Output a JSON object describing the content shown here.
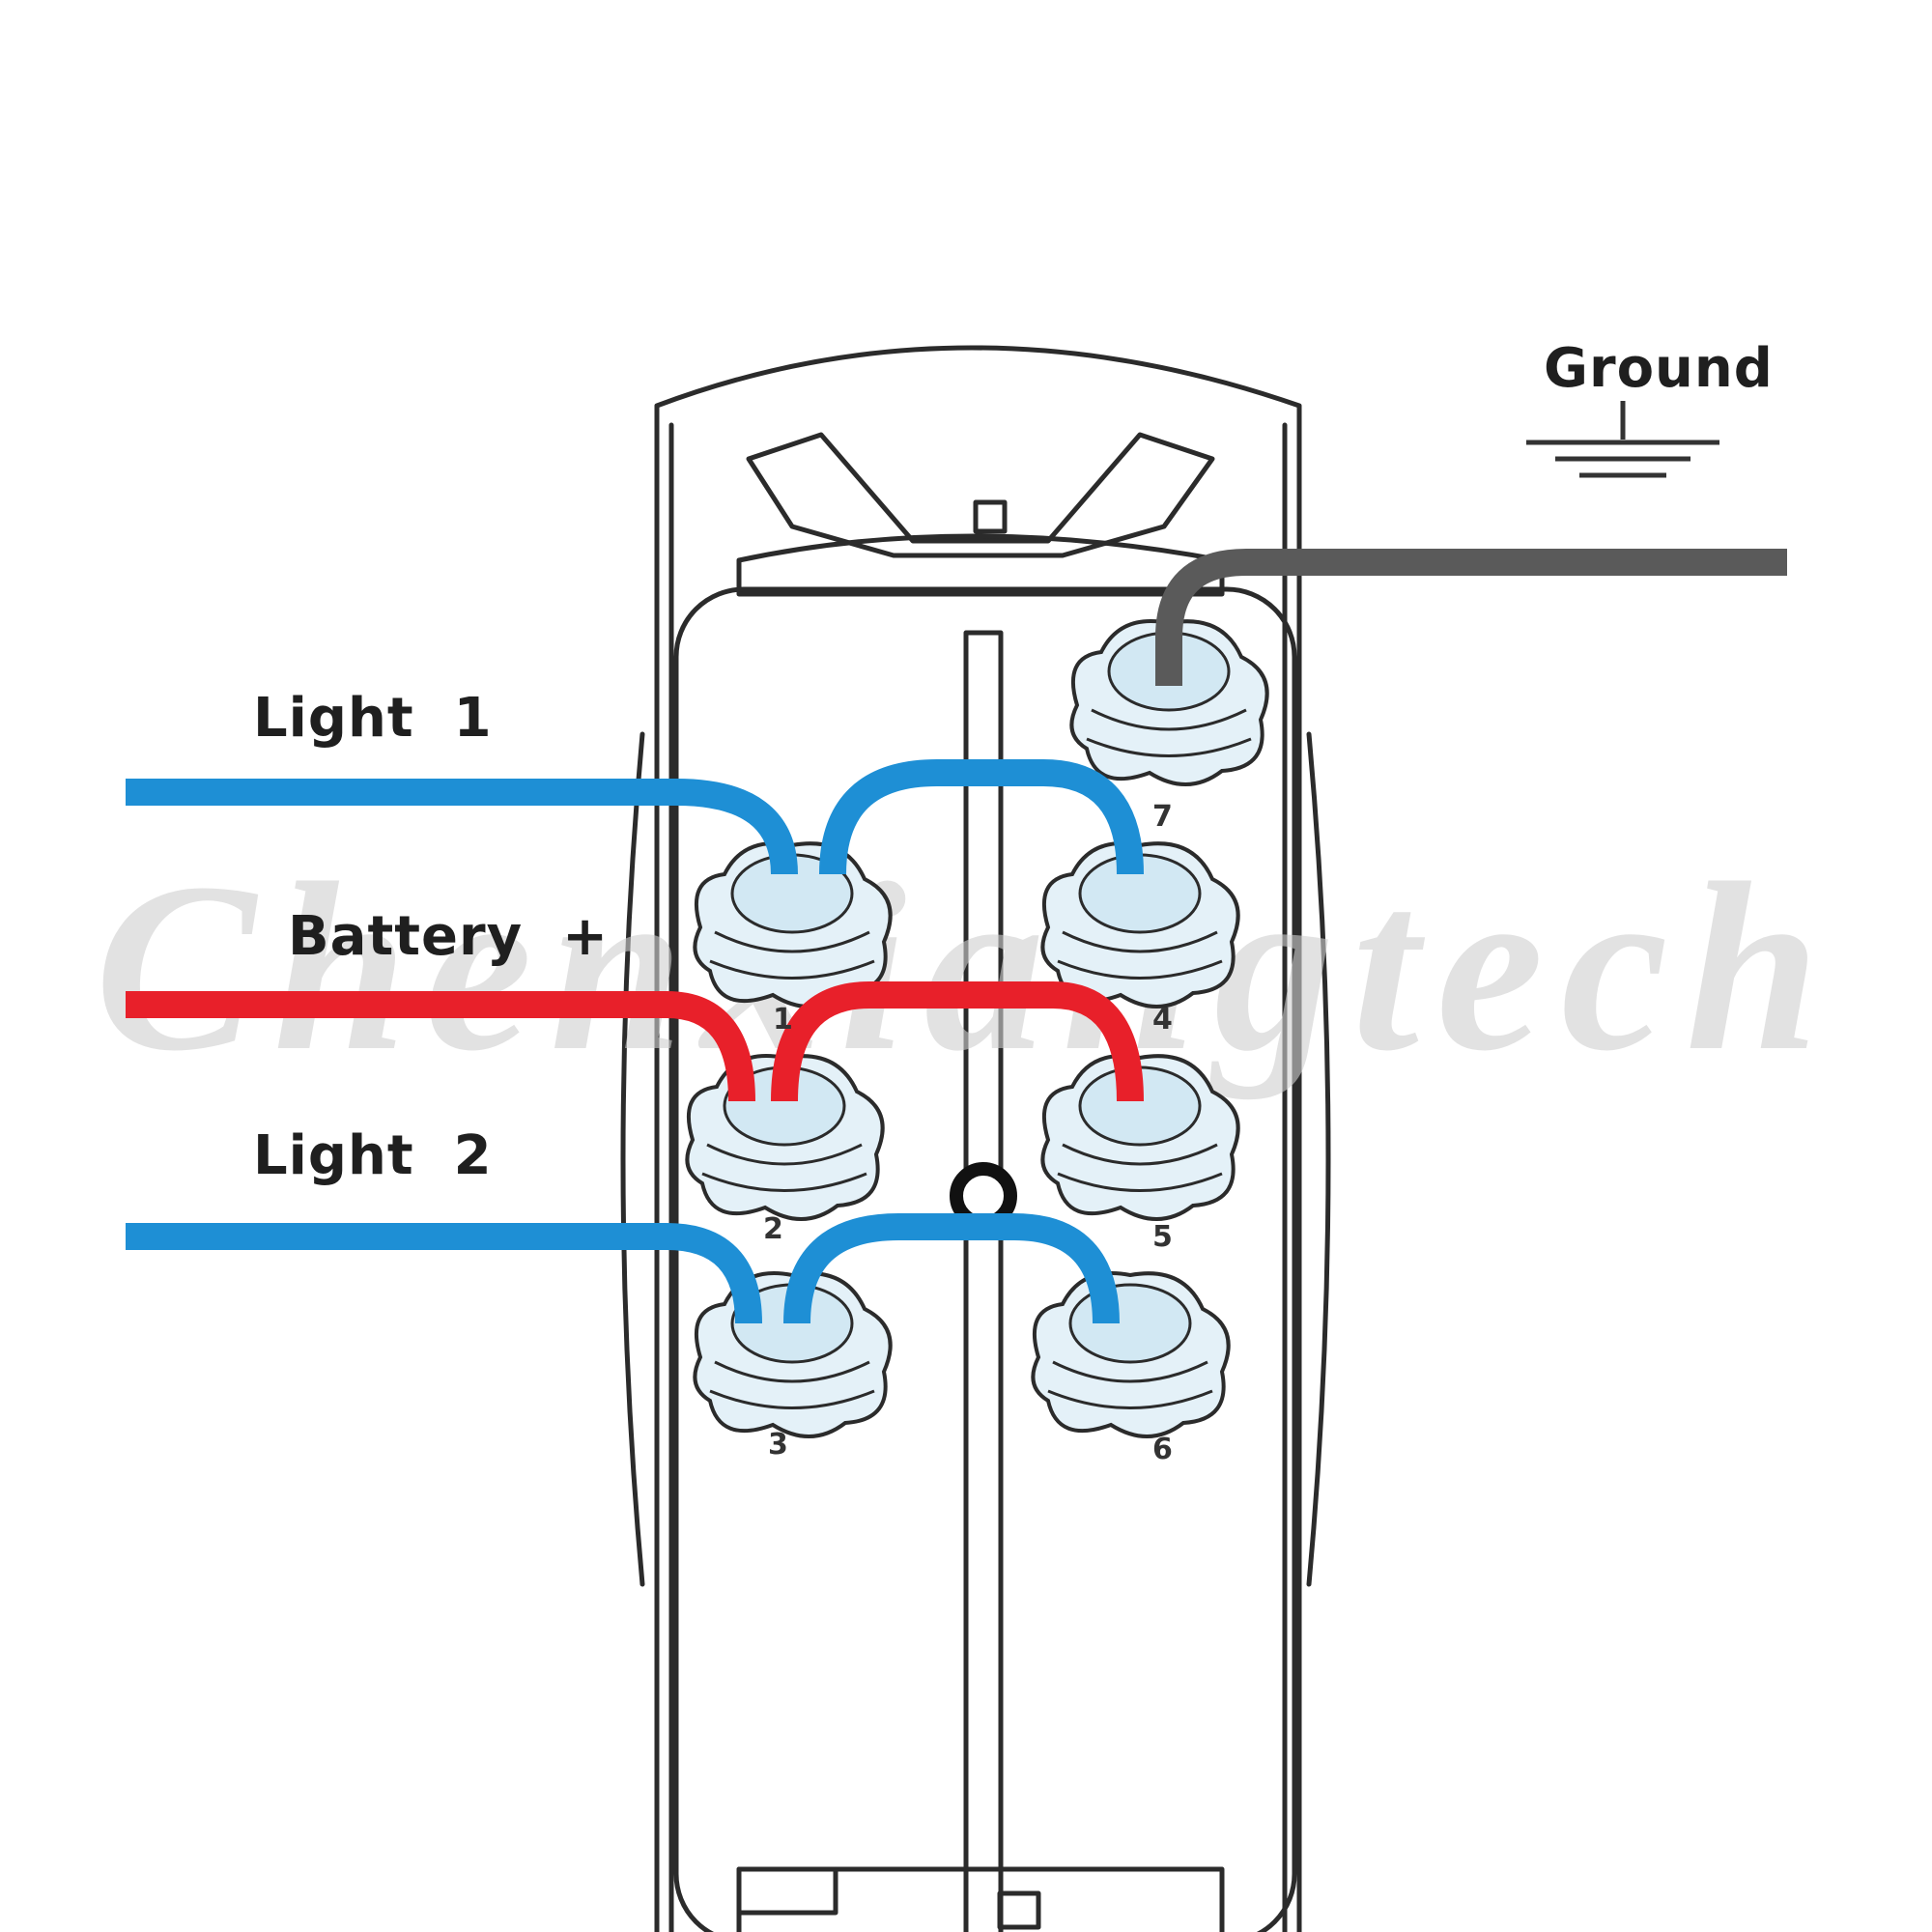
{
  "watermark": "Chenxiangtech",
  "labels": {
    "ground": "Ground",
    "light1": "Light  1",
    "battery": "Battery  +",
    "light2": "Light  2"
  },
  "pins": [
    "1",
    "2",
    "3",
    "4",
    "5",
    "6",
    "7"
  ],
  "colors": {
    "light_wire": "#1e8fd5",
    "battery_wire": "#e8202a",
    "ground_wire": "#5a5a5a",
    "pin_face": "#d2e8f3",
    "outline": "#2b2b2b"
  }
}
